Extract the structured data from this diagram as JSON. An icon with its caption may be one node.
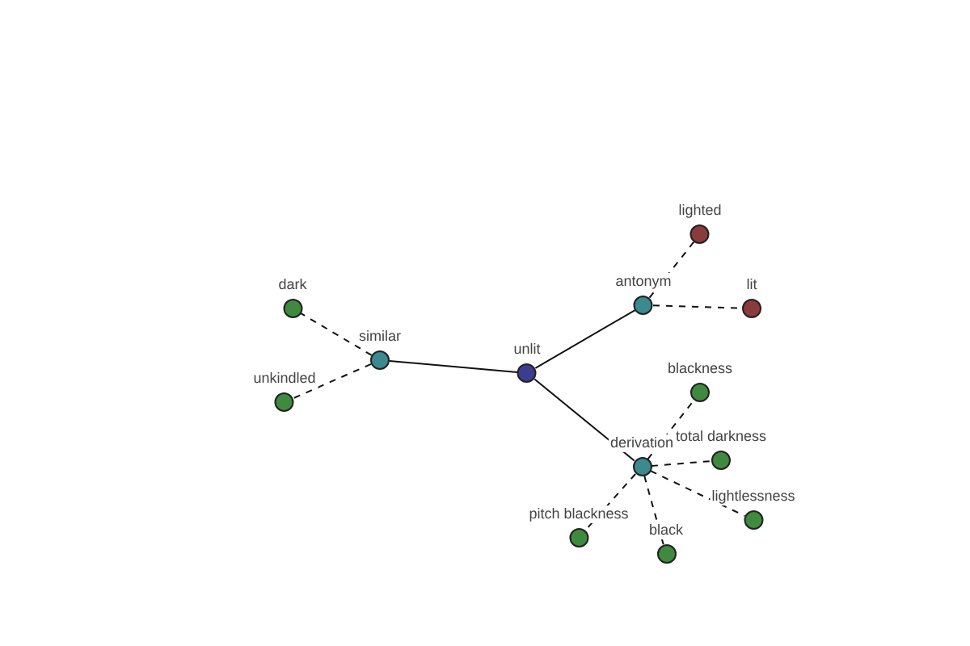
{
  "diagram": {
    "nodes": [
      {
        "text": [
          "unlit"
        ]
      },
      {
        "text": [
          "similar"
        ]
      },
      {
        "text": [
          "dark"
        ]
      },
      {
        "text": [
          "unkindled"
        ]
      },
      {
        "text": [
          "antonym"
        ]
      },
      {
        "text": [
          "lighted"
        ]
      },
      {
        "text": [
          "lit"
        ]
      },
      {
        "text": [
          "derivation"
        ]
      },
      {
        "text": [
          "blackness"
        ]
      },
      {
        "text": [
          "total darkness"
        ]
      },
      {
        "text": [
          "lightlessness"
        ]
      },
      {
        "text": [
          "black"
        ]
      },
      {
        "text": [
          "pitch blackness"
        ]
      }
    ],
    "edges": [
      {
        "from": 0,
        "to": 1,
        "arrow": "none"
      },
      {
        "from": 0,
        "to": 4,
        "arrow": "none"
      },
      {
        "from": 0,
        "to": 7,
        "arrow": "none"
      },
      {
        "from": 1,
        "to": 2,
        "arrow": "none",
        "style": "dashed"
      },
      {
        "from": 1,
        "to": 3,
        "arrow": "none",
        "style": "dashed"
      },
      {
        "from": 4,
        "to": 5,
        "arrow": "none",
        "style": "dashed"
      },
      {
        "from": 4,
        "to": 6,
        "arrow": "none",
        "style": "dashed"
      },
      {
        "from": 7,
        "to": 8,
        "arrow": "none",
        "style": "dashed"
      },
      {
        "from": 7,
        "to": 9,
        "arrow": "none",
        "style": "dashed"
      },
      {
        "from": 7,
        "to": 10,
        "arrow": "none",
        "style": "dashed"
      },
      {
        "from": 7,
        "to": 11,
        "arrow": "none",
        "style": "dashed"
      },
      {
        "from": 7,
        "to": 12,
        "arrow": "none",
        "style": "dashed"
      }
    ]
  }
}
